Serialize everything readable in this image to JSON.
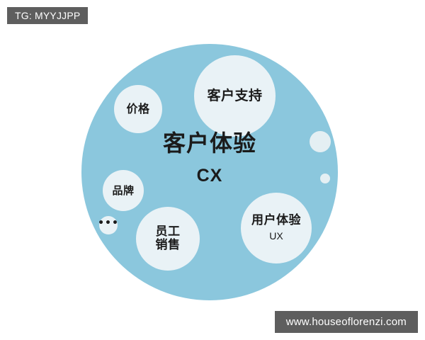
{
  "watermarks": {
    "top_left": "TG: MYYJJPP",
    "bottom_right": "www.houseoflorenzi.com"
  },
  "colors": {
    "background": "#ffffff",
    "main_circle": "#8bc7dd",
    "bubble_fill": "#e9f2f6",
    "text": "#1b1b1b",
    "watermark_bg": "#5e5e5e",
    "watermark_text": "#ffffff"
  },
  "diagram": {
    "center": {
      "title": "客户体验",
      "abbr": "CX"
    },
    "bubbles": [
      {
        "id": "customer-support",
        "cn": "客户支持",
        "en": ""
      },
      {
        "id": "price",
        "cn": "价格",
        "en": ""
      },
      {
        "id": "brand",
        "cn": "品牌",
        "en": ""
      },
      {
        "id": "ellipsis",
        "cn": "•••",
        "en": ""
      },
      {
        "id": "employee-sales",
        "cn": "员工\n销售",
        "en": ""
      },
      {
        "id": "user-experience",
        "cn": "用户体验",
        "en": "UX"
      }
    ],
    "bubble_labels": {
      "customer_support": "客户支持",
      "price": "价格",
      "brand": "品牌",
      "ellipsis": "•••",
      "employee": "员工",
      "sales": "销售",
      "user_experience": "用户体验",
      "user_experience_abbr": "UX"
    }
  }
}
